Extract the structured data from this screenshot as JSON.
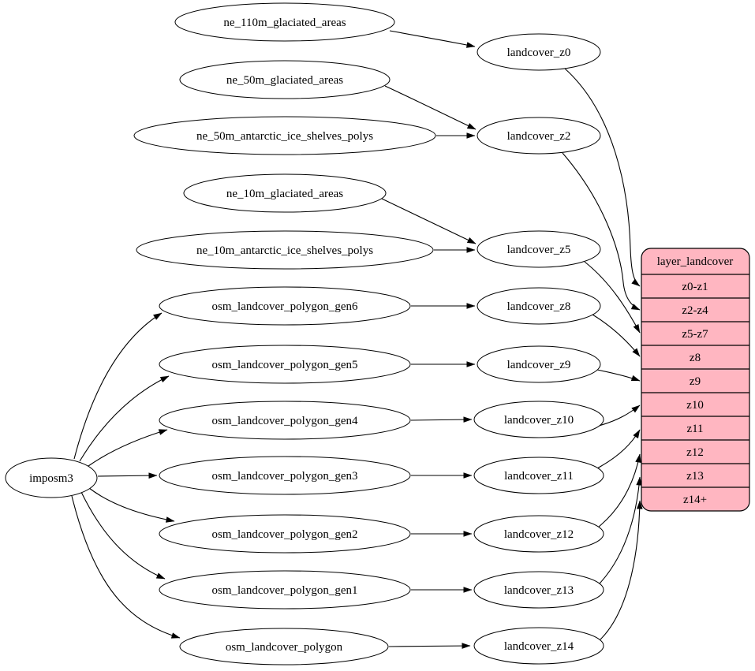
{
  "diagram": {
    "colors": {
      "background": "#ffffff",
      "node-fill": "#ffffff",
      "stroke": "#000000",
      "table-fill": "#ffb6c1"
    },
    "nodes": {
      "imposm3": "imposm3",
      "ne_110m_glaciated_areas": "ne_110m_glaciated_areas",
      "ne_50m_glaciated_areas": "ne_50m_glaciated_areas",
      "ne_50m_antarctic_ice_shelves_polys": "ne_50m_antarctic_ice_shelves_polys",
      "ne_10m_glaciated_areas": "ne_10m_glaciated_areas",
      "ne_10m_antarctic_ice_shelves_polys": "ne_10m_antarctic_ice_shelves_polys",
      "osm_landcover_polygon_gen6": "osm_landcover_polygon_gen6",
      "osm_landcover_polygon_gen5": "osm_landcover_polygon_gen5",
      "osm_landcover_polygon_gen4": "osm_landcover_polygon_gen4",
      "osm_landcover_polygon_gen3": "osm_landcover_polygon_gen3",
      "osm_landcover_polygon_gen2": "osm_landcover_polygon_gen2",
      "osm_landcover_polygon_gen1": "osm_landcover_polygon_gen1",
      "osm_landcover_polygon": "osm_landcover_polygon",
      "landcover_z0": "landcover_z0",
      "landcover_z2": "landcover_z2",
      "landcover_z5": "landcover_z5",
      "landcover_z8": "landcover_z8",
      "landcover_z9": "landcover_z9",
      "landcover_z10": "landcover_z10",
      "landcover_z11": "landcover_z11",
      "landcover_z12": "landcover_z12",
      "landcover_z13": "landcover_z13",
      "landcover_z14": "landcover_z14"
    },
    "table": {
      "title": "layer_landcover",
      "rows": [
        "z0-z1",
        "z2-z4",
        "z5-z7",
        "z8",
        "z9",
        "z10",
        "z11",
        "z12",
        "z13",
        "z14+"
      ]
    },
    "edges": [
      {
        "from": "ne_110m_glaciated_areas",
        "to": "landcover_z0"
      },
      {
        "from": "ne_50m_glaciated_areas",
        "to": "landcover_z2"
      },
      {
        "from": "ne_50m_antarctic_ice_shelves_polys",
        "to": "landcover_z2"
      },
      {
        "from": "ne_10m_glaciated_areas",
        "to": "landcover_z5"
      },
      {
        "from": "ne_10m_antarctic_ice_shelves_polys",
        "to": "landcover_z5"
      },
      {
        "from": "osm_landcover_polygon_gen6",
        "to": "landcover_z8"
      },
      {
        "from": "osm_landcover_polygon_gen5",
        "to": "landcover_z9"
      },
      {
        "from": "osm_landcover_polygon_gen4",
        "to": "landcover_z10"
      },
      {
        "from": "osm_landcover_polygon_gen3",
        "to": "landcover_z11"
      },
      {
        "from": "osm_landcover_polygon_gen2",
        "to": "landcover_z12"
      },
      {
        "from": "osm_landcover_polygon_gen1",
        "to": "landcover_z13"
      },
      {
        "from": "osm_landcover_polygon",
        "to": "landcover_z14"
      },
      {
        "from": "imposm3",
        "to": "osm_landcover_polygon_gen6"
      },
      {
        "from": "imposm3",
        "to": "osm_landcover_polygon_gen5"
      },
      {
        "from": "imposm3",
        "to": "osm_landcover_polygon_gen4"
      },
      {
        "from": "imposm3",
        "to": "osm_landcover_polygon_gen3"
      },
      {
        "from": "imposm3",
        "to": "osm_landcover_polygon_gen2"
      },
      {
        "from": "imposm3",
        "to": "osm_landcover_polygon_gen1"
      },
      {
        "from": "imposm3",
        "to": "osm_landcover_polygon"
      },
      {
        "from": "landcover_z0",
        "to": "layer_landcover:z0-z1"
      },
      {
        "from": "landcover_z2",
        "to": "layer_landcover:z2-z4"
      },
      {
        "from": "landcover_z5",
        "to": "layer_landcover:z5-z7"
      },
      {
        "from": "landcover_z8",
        "to": "layer_landcover:z8"
      },
      {
        "from": "landcover_z9",
        "to": "layer_landcover:z9"
      },
      {
        "from": "landcover_z10",
        "to": "layer_landcover:z10"
      },
      {
        "from": "landcover_z11",
        "to": "layer_landcover:z11"
      },
      {
        "from": "landcover_z12",
        "to": "layer_landcover:z12"
      },
      {
        "from": "landcover_z13",
        "to": "layer_landcover:z13"
      },
      {
        "from": "landcover_z14",
        "to": "layer_landcover:z14+"
      }
    ]
  }
}
